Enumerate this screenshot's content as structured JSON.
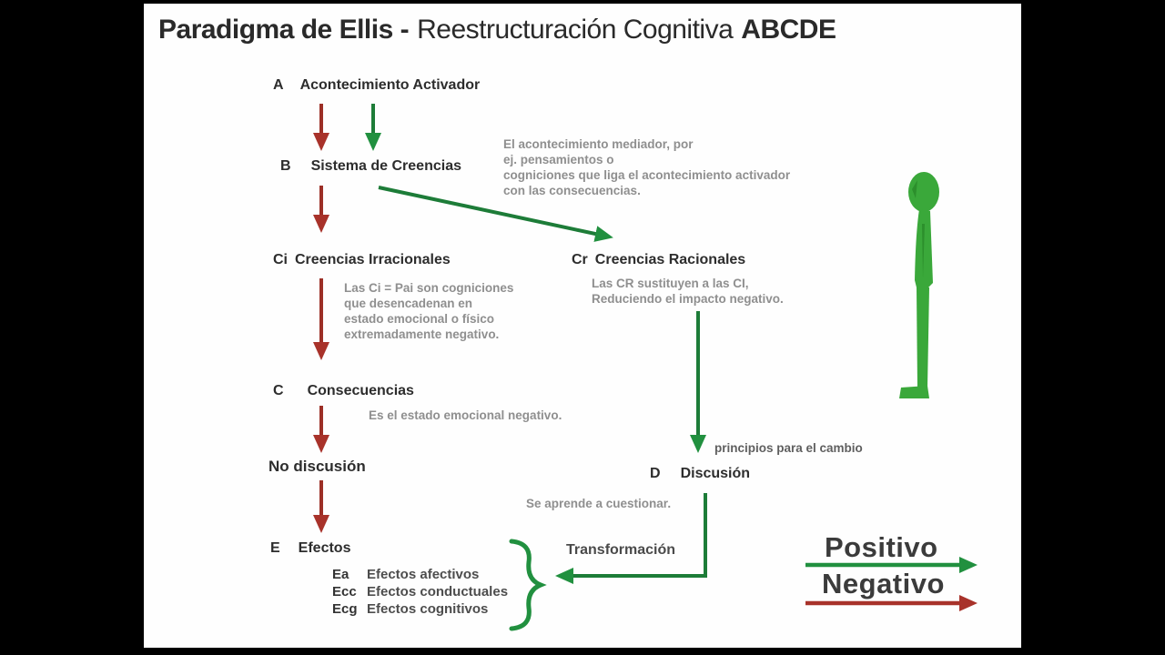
{
  "title": {
    "part1": "Paradigma de Ellis -",
    "part2": "Reestructuración Cognitiva",
    "part3": "ABCDE"
  },
  "flow": {
    "a": {
      "letter": "A",
      "label": "Acontecimiento Activador"
    },
    "b": {
      "letter": "B",
      "label": "Sistema de Creencias"
    },
    "b_note": "El acontecimiento mediador, por\nej. pensamientos o\ncogniciones que liga el acontecimiento activador\ncon las consecuencias.",
    "ci": {
      "letter": "Ci",
      "label": "Creencias Irracionales"
    },
    "ci_note": "Las Ci = Pai son cogniciones\nque desencadenan en\nestado emocional o físico\nextremadamente negativo.",
    "cr": {
      "letter": "Cr",
      "label": "Creencias Racionales"
    },
    "cr_note": "Las CR sustituyen a las CI,\nReduciendo el impacto negativo.",
    "c": {
      "letter": "C",
      "label": "Consecuencias"
    },
    "c_note": "Es el estado emocional negativo.",
    "no_discusion": "No discusión",
    "principios": "principios para el cambio",
    "d": {
      "letter": "D",
      "label": "Discusión"
    },
    "d_note": "Se aprende a cuestionar.",
    "e": {
      "letter": "E",
      "label": "Efectos"
    },
    "effects": [
      {
        "abbr": "Ea",
        "label": "Efectos afectivos"
      },
      {
        "abbr": "Ecc",
        "label": "Efectos conductuales"
      },
      {
        "abbr": "Ecg",
        "label": "Efectos cognitivos"
      }
    ],
    "transformacion": "Transformación"
  },
  "legend": {
    "positive": "Positivo",
    "negative": "Negativo"
  },
  "colors": {
    "positive_green": "#21903f",
    "negative_red": "#a8322a",
    "figure_green": "#3aa83a",
    "title_text": "#2a2a2a",
    "note_gray": "#8f8f8f"
  }
}
